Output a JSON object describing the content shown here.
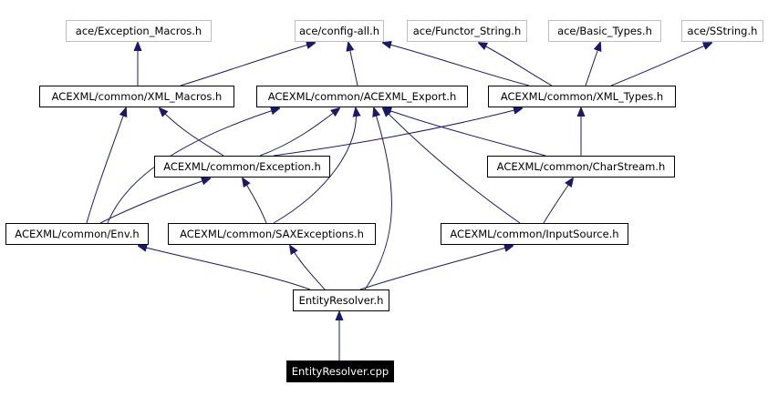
{
  "nodes": {
    "exception_macros": "ace/Exception_Macros.h",
    "config_all": "ace/config-all.h",
    "functor_string": "ace/Functor_String.h",
    "basic_types": "ace/Basic_Types.h",
    "sstring": "ace/SString.h",
    "xml_macros": "ACEXML/common/XML_Macros.h",
    "acexml_export": "ACEXML/common/ACEXML_Export.h",
    "xml_types": "ACEXML/common/XML_Types.h",
    "exception": "ACEXML/common/Exception.h",
    "charstream": "ACEXML/common/CharStream.h",
    "env": "ACEXML/common/Env.h",
    "saxexceptions": "ACEXML/common/SAXExceptions.h",
    "inputsource": "ACEXML/common/InputSource.h",
    "entityresolver_h": "EntityResolver.h",
    "entityresolver_cpp": "EntityResolver.cpp"
  },
  "colors": {
    "edge": "#191970",
    "external_border": "#bfbfbf",
    "node_border": "#000000",
    "current_fill": "#000000",
    "current_text": "#ffffff"
  }
}
